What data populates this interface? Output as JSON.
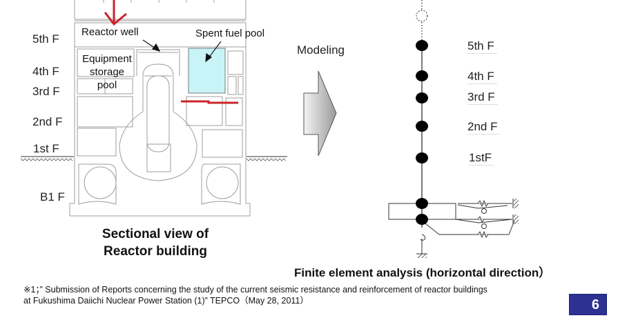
{
  "left_diagram": {
    "caption_line1": "Sectional view of",
    "caption_line2": "Reactor building",
    "floor_labels": [
      "5th F",
      "4th F",
      "3rd F",
      "2nd F",
      "1st F",
      "B1 F"
    ],
    "room_labels": {
      "reactor_well": "Reactor well",
      "spent_fuel_pool": "Spent fuel pool",
      "equipment_pool_line1": "Equipment",
      "equipment_pool_line2": "storage",
      "equipment_pool_line3": "pool"
    },
    "colors": {
      "pool_fill": "#c8f4f8",
      "annotation_red": "#cc2229",
      "outline": "#999999"
    }
  },
  "transition": {
    "label": "Modeling",
    "icon": "right-arrow-icon"
  },
  "right_diagram": {
    "caption": "Finite element analysis (horizontal direction）",
    "node_labels": [
      "5th F",
      "4th F",
      "3rd F",
      "2nd F",
      "1stF"
    ],
    "icons": [
      "spring-icon",
      "rotational-spring-icon",
      "fixed-support-icon"
    ]
  },
  "footnote": {
    "line1": "※1；” Submission of Reports concerning the study of the current seismic resistance and reinforcement of reactor buildings",
    "line2": "at Fukushima Daiichi Nuclear Power Station (1)” TEPCO（May 28, 2011）"
  },
  "page_number": "6",
  "colors": {
    "page_badge": "#2e3192"
  }
}
